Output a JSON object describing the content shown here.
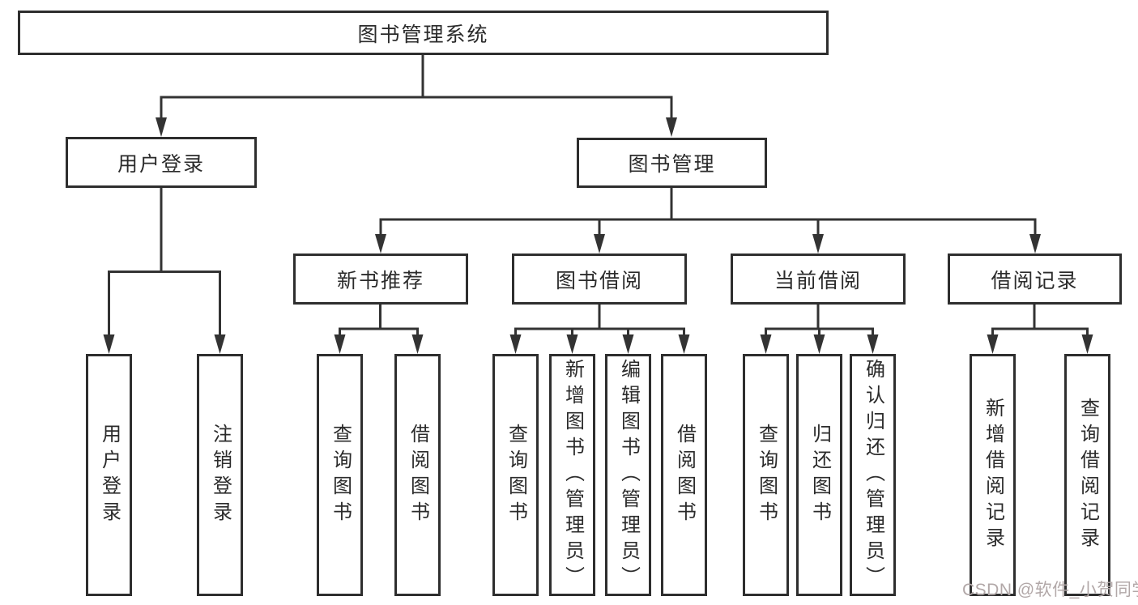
{
  "diagram": {
    "root": {
      "label": "图书管理系统"
    },
    "branches": [
      {
        "label": "用户登录",
        "children": [
          {
            "label": "用户登录"
          },
          {
            "label": "注销登录"
          }
        ]
      },
      {
        "label": "图书管理",
        "children": [
          {
            "label": "新书推荐",
            "children": [
              {
                "label": "查询图书"
              },
              {
                "label": "借阅图书"
              }
            ]
          },
          {
            "label": "图书借阅",
            "children": [
              {
                "label": "查询图书"
              },
              {
                "label": "新增图书（管理员）"
              },
              {
                "label": "编辑图书（管理员）"
              },
              {
                "label": "借阅图书"
              }
            ]
          },
          {
            "label": "当前借阅",
            "children": [
              {
                "label": "查询图书"
              },
              {
                "label": "归还图书"
              },
              {
                "label": "确认归还（管理员）"
              }
            ]
          },
          {
            "label": "借阅记录",
            "children": [
              {
                "label": "新增借阅记录"
              },
              {
                "label": "查询借阅记录"
              }
            ]
          }
        ]
      }
    ]
  },
  "watermark": {
    "text": "CSDN @软件_小贺同学"
  },
  "colors": {
    "line": "#333333",
    "box_border": "#2e2e2e",
    "text": "#2b2b2b",
    "watermark": "#b2a8a8",
    "background": "#ffffff"
  }
}
